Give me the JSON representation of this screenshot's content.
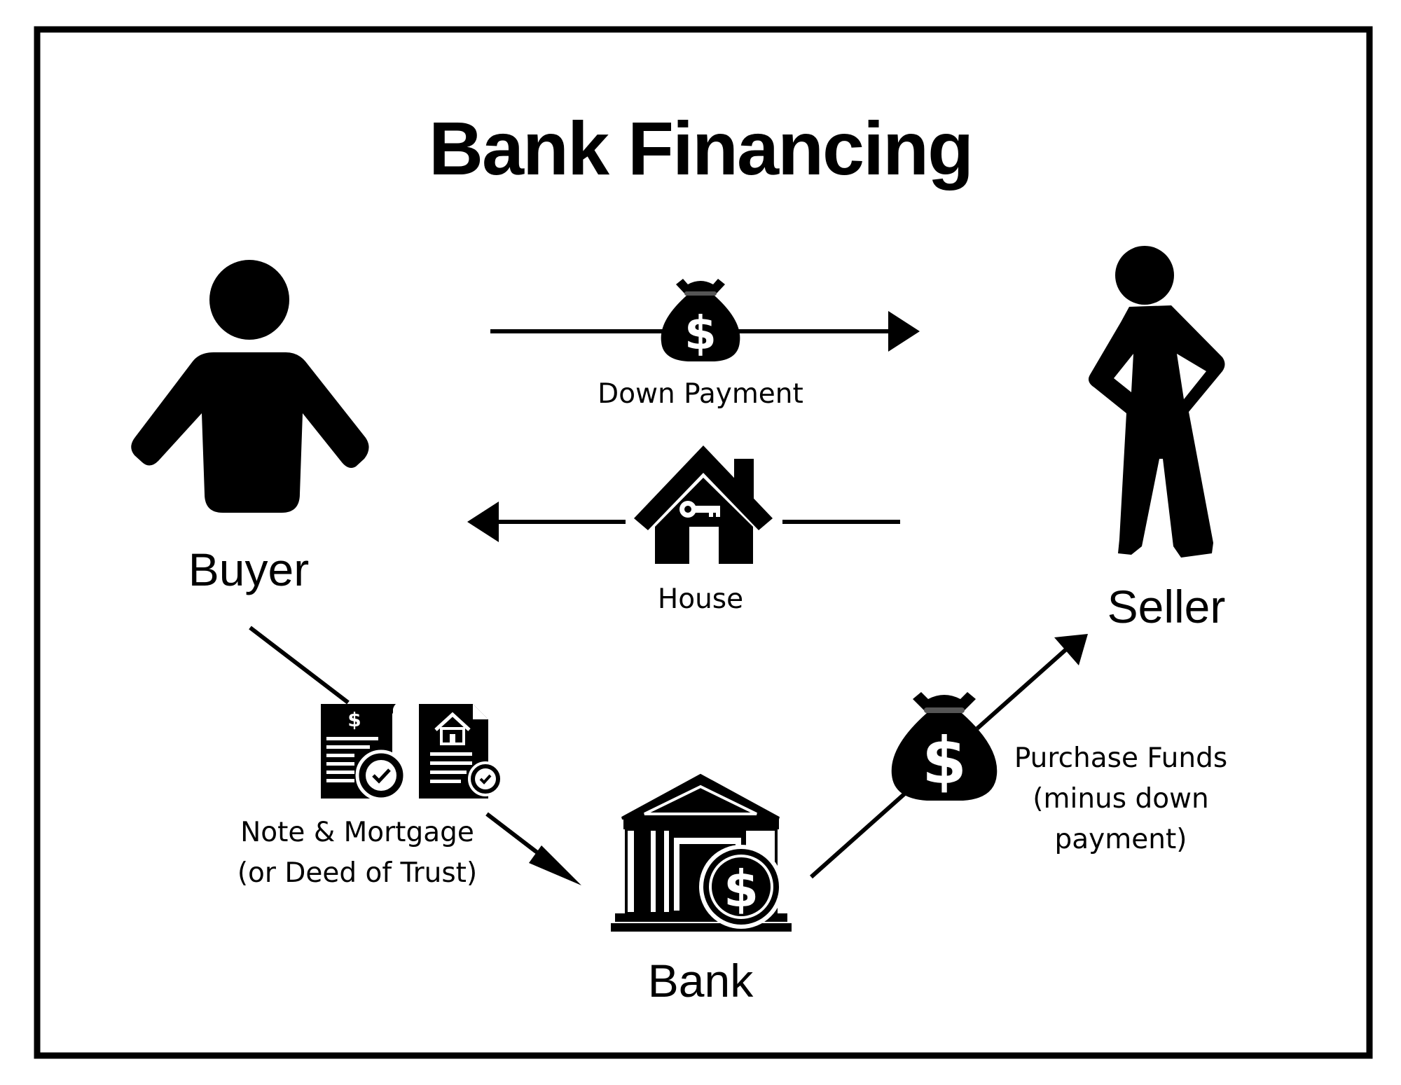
{
  "diagram": {
    "title": "Bank Financing",
    "parties": {
      "buyer": "Buyer",
      "seller": "Seller",
      "bank": "Bank"
    },
    "flows": {
      "down_payment": "Down Payment",
      "house": "House",
      "note_mortgage": "Note & Mortgage\n(or Deed of Trust)",
      "purchase_funds": "Purchase Funds\n(minus down\npayment)"
    },
    "icon_glyphs": {
      "dollar": "$"
    },
    "icons": [
      "buyer-figure-icon",
      "seller-figure-icon",
      "money-bag-icon",
      "house-key-icon",
      "note-document-icon",
      "mortgage-document-icon",
      "bank-building-icon"
    ],
    "colors": {
      "ink": "#000000",
      "background": "#ffffff"
    }
  }
}
